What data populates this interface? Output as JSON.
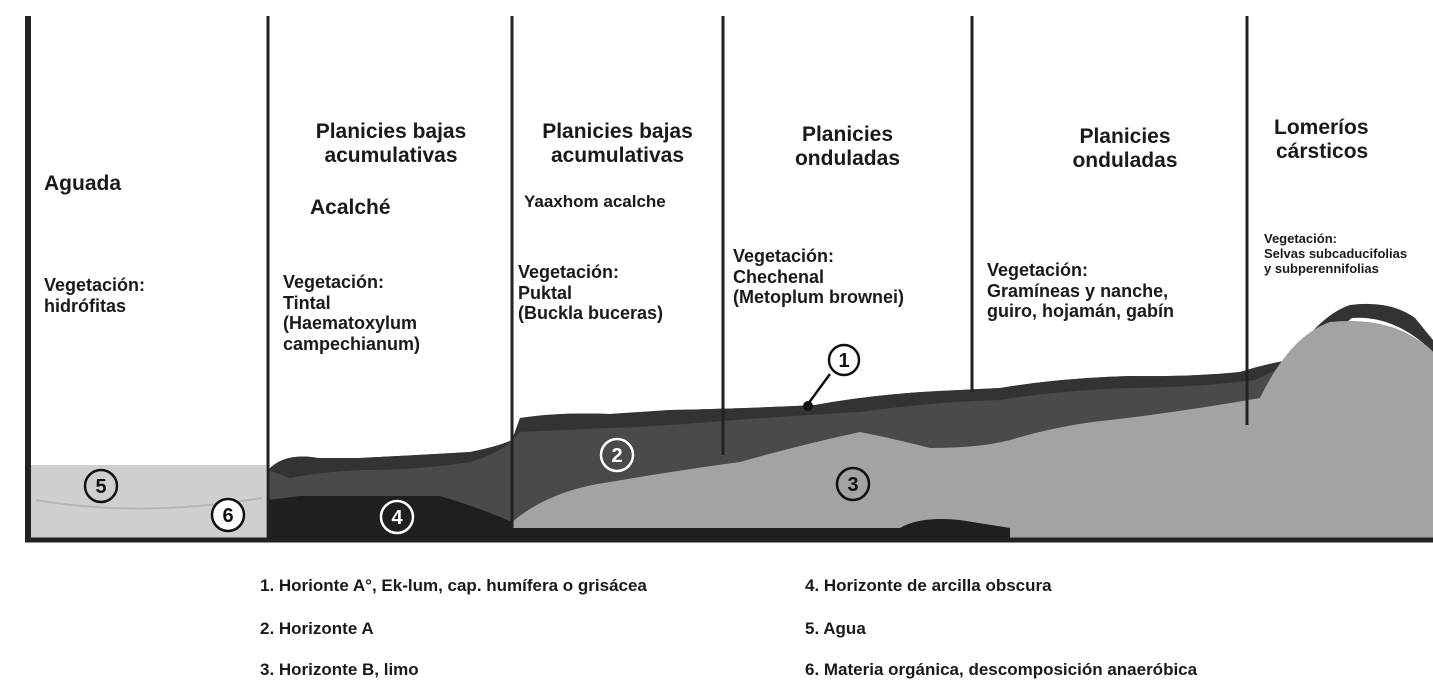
{
  "zones": [
    {
      "id": "aguada",
      "title": [
        "Aguada"
      ],
      "vegetation": [
        "Vegetación:",
        "hidrófitas"
      ]
    },
    {
      "id": "acalche",
      "title": [
        "Planicies bajas",
        "acumulativas"
      ],
      "subtitle": "Acalché",
      "vegetation": [
        "Vegetación:",
        "Tintal",
        "(Haematoxylum",
        "campechianum)"
      ]
    },
    {
      "id": "yaaxhom",
      "title": [
        "Planicies bajas",
        "acumulativas"
      ],
      "subtitle": "Yaaxhom acalche",
      "vegetation": [
        "Vegetación:",
        "Puktal",
        "(Buckla buceras)"
      ]
    },
    {
      "id": "onduladas1",
      "title": [
        "Planicies",
        "onduladas"
      ],
      "vegetation": [
        "Vegetación:",
        "Chechenal",
        "(Metoplum brownei)"
      ]
    },
    {
      "id": "onduladas2",
      "title": [
        "Planicies",
        "onduladas"
      ],
      "vegetation": [
        "Vegetación:",
        "Gramíneas y nanche,",
        "guiro, hojamán, gabín"
      ]
    },
    {
      "id": "lomerios",
      "title": [
        "Lomeríos",
        "cársticos"
      ],
      "vegetation": [
        "Vegetación:",
        "Selvas subcaducifolias",
        "y subperennifolias"
      ]
    }
  ],
  "markers": [
    "1",
    "2",
    "3",
    "4",
    "5",
    "6"
  ],
  "legend": [
    "1. Horionte A°, Ek-lum, cap. humífera o grisácea",
    "2. Horizonte A",
    "3. Horizonte B, limo",
    "4. Horizonte de arcilla obscura",
    "5. Agua",
    "6. Materia orgánica, descomposición anaeróbica"
  ],
  "colors": {
    "horizon_a0": "#333333",
    "horizon_a": "#4a4a4a",
    "horizon_b": "#a3a3a3",
    "clay": "#1f1f1f",
    "water": "#cfcfcf",
    "lines": "#222222"
  }
}
